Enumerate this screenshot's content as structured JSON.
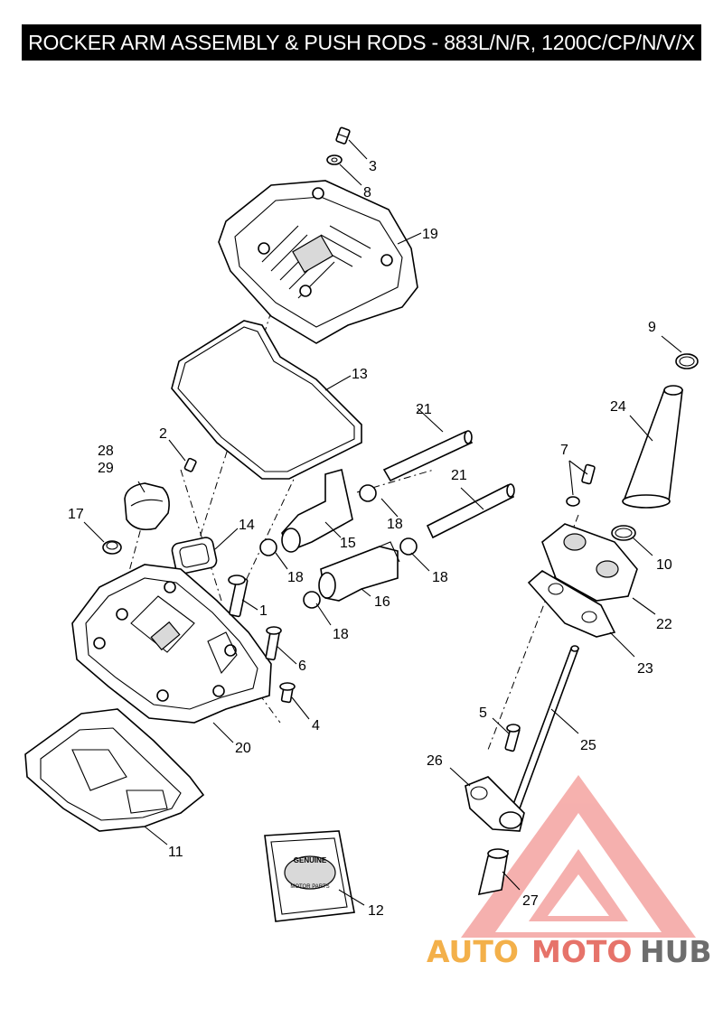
{
  "title": "ROCKER ARM ASSEMBLY & PUSH RODS - 883L/N/R, 1200C/CP/N/V/X",
  "callouts": {
    "c1": "1",
    "c2": "2",
    "c3": "3",
    "c4": "4",
    "c5": "5",
    "c6": "6",
    "c7": "7",
    "c8": "8",
    "c9": "9",
    "c10": "10",
    "c11": "11",
    "c12": "12",
    "c13": "13",
    "c14": "14",
    "c15": "15",
    "c16": "16",
    "c17": "17",
    "c18a": "18",
    "c18b": "18",
    "c18c": "18",
    "c18d": "18",
    "c19": "19",
    "c20": "20",
    "c21a": "21",
    "c21b": "21",
    "c22": "22",
    "c23": "23",
    "c24": "24",
    "c25": "25",
    "c26": "26",
    "c27": "27",
    "c28": "28",
    "c29": "29"
  },
  "package_label": {
    "line1": "GENUINE",
    "line2": "MOTOR PARTS"
  },
  "watermark": {
    "part1": "AUTO",
    "part2": "MOTO",
    "part3": "HUB",
    "color_orange": "#f3b04a",
    "color_red": "#e6736a",
    "color_gray": "#6d6d6d"
  }
}
